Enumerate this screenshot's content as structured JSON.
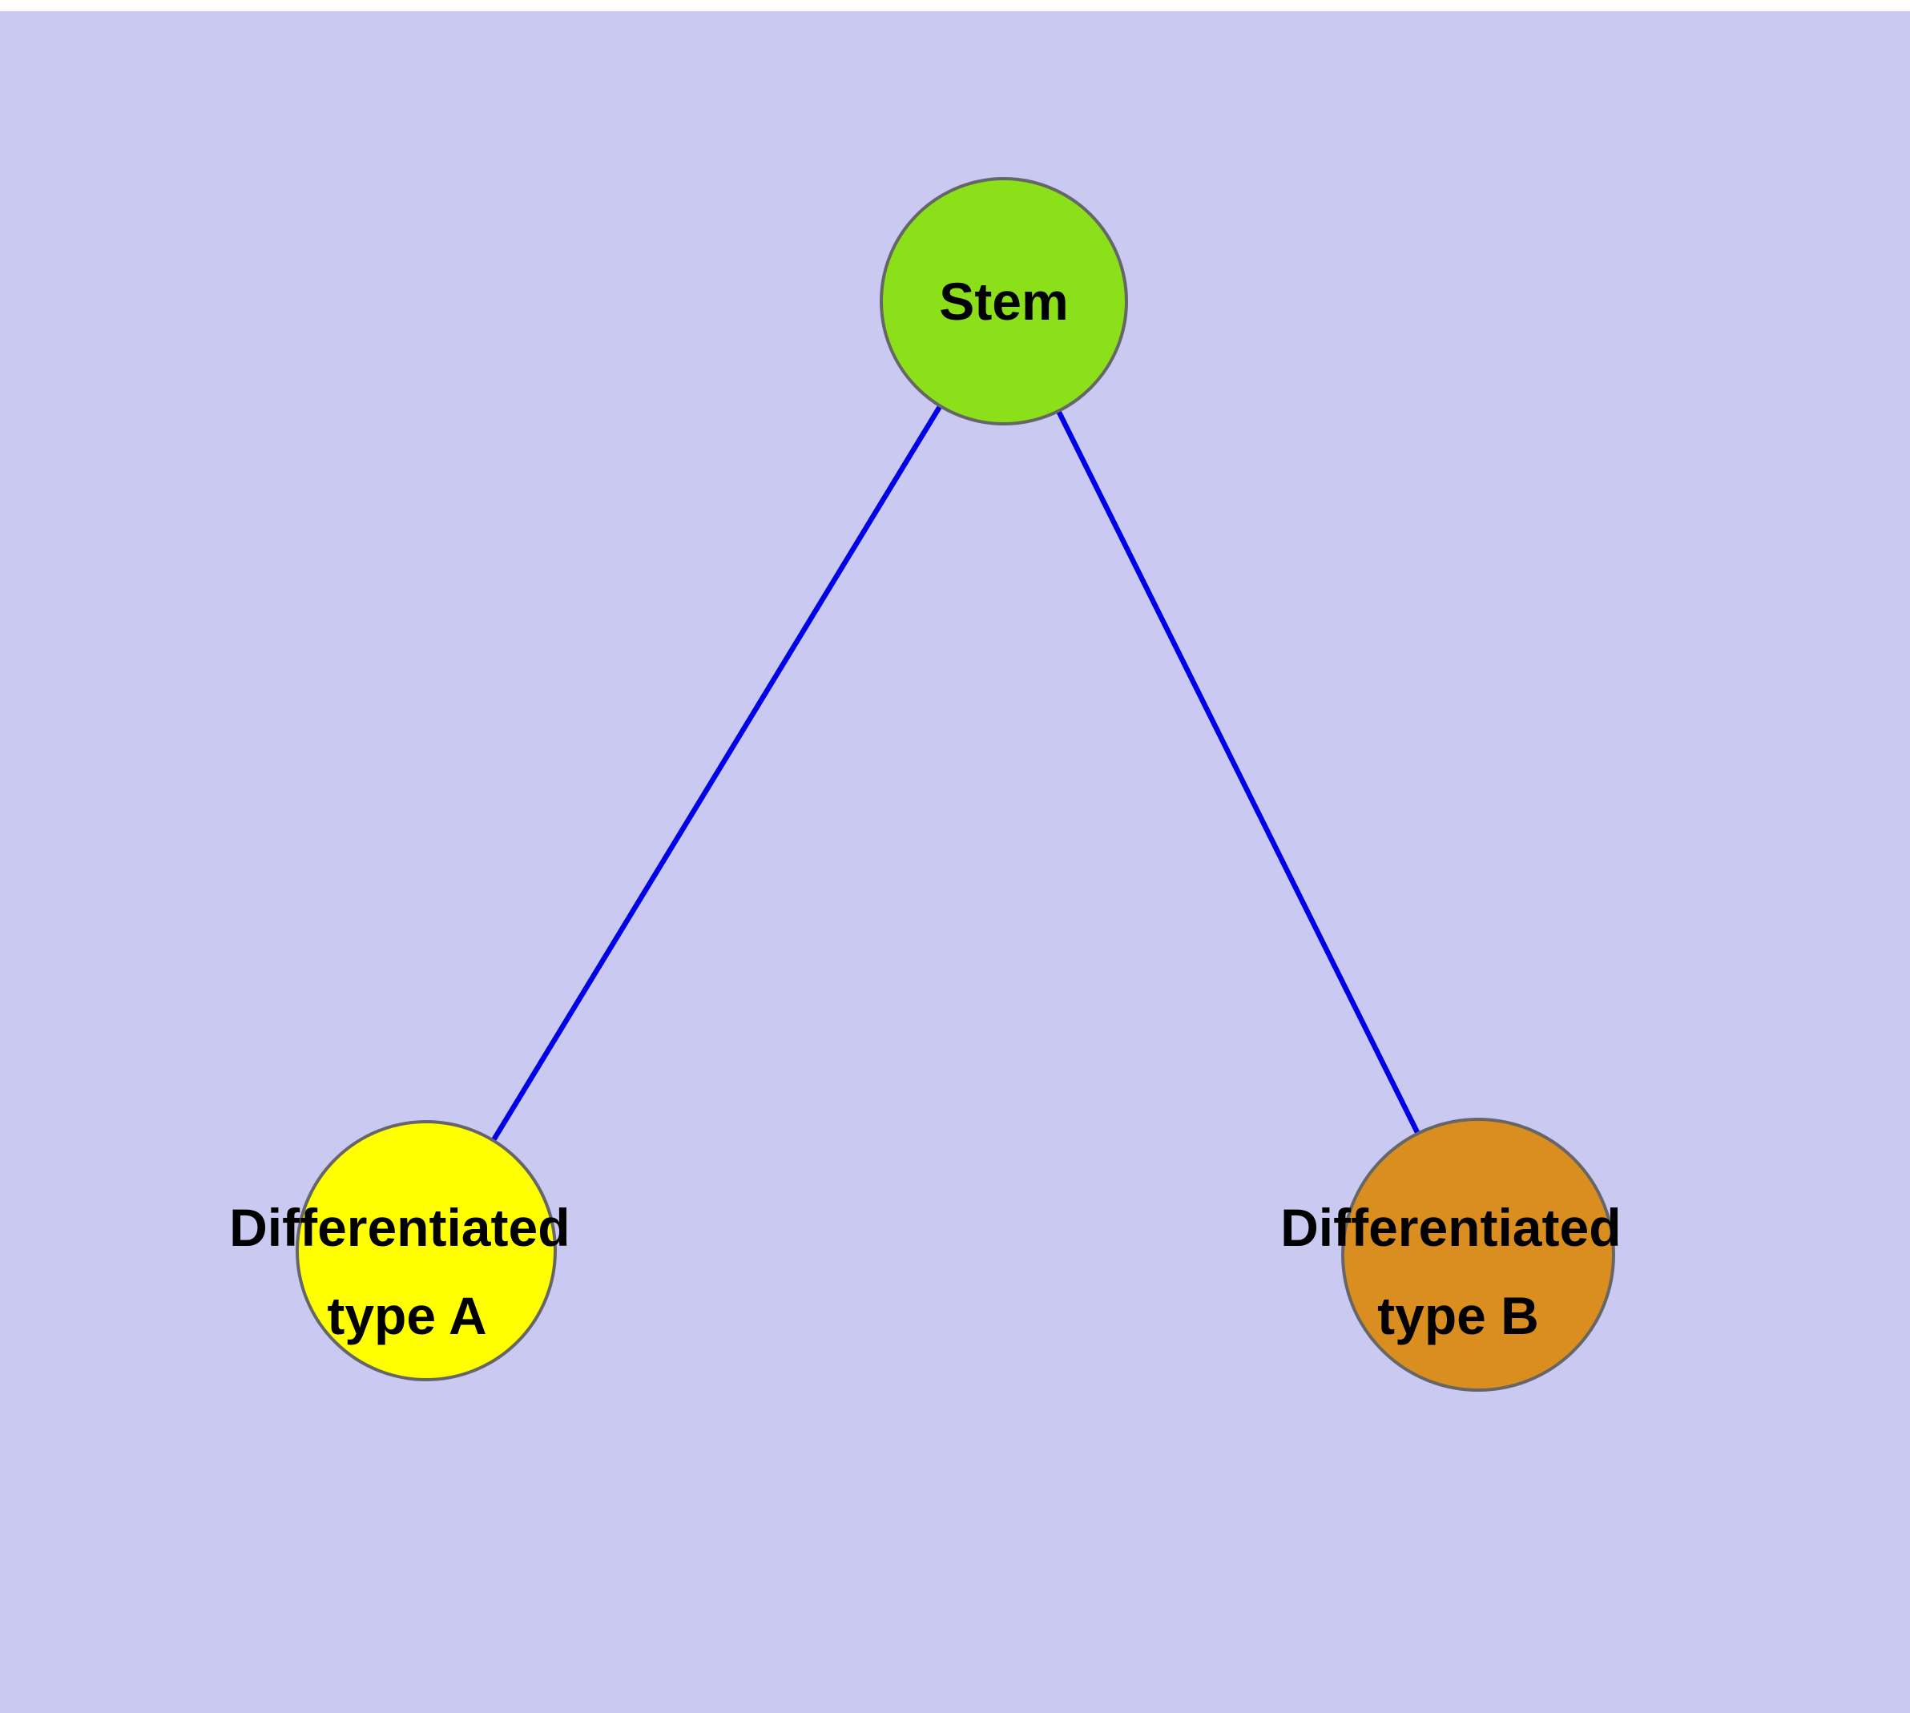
{
  "diagram": {
    "type": "graph",
    "description": "Cell differentiation graph: a stem node with two differentiated child nodes",
    "background_color": "#c9c9f2",
    "edge_color": "#0000e8",
    "node_border_color": "#666666",
    "nodes": [
      {
        "id": "stem",
        "label": "Stem",
        "fill": "#8ce01a"
      },
      {
        "id": "differentiated-type-a",
        "label": "Differentiated type A",
        "label_line1": "Differentiated",
        "label_line2": "type A",
        "fill": "#ffff00"
      },
      {
        "id": "differentiated-type-b",
        "label": "Differentiated type B",
        "label_line1": "Differentiated",
        "label_line2": "type B",
        "fill": "#d98e1f"
      }
    ],
    "edges": [
      {
        "from": "stem",
        "to": "differentiated-type-a"
      },
      {
        "from": "stem",
        "to": "differentiated-type-b"
      }
    ]
  }
}
